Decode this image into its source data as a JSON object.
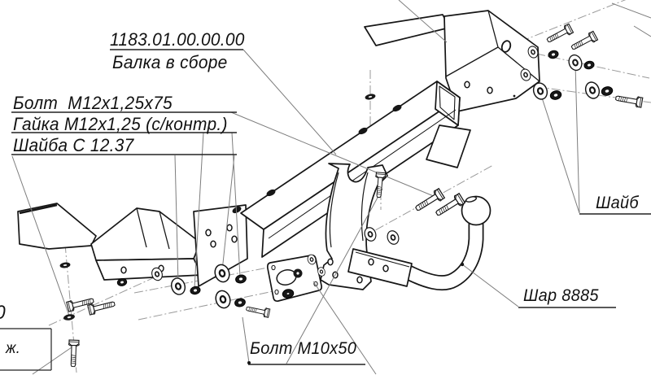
{
  "drawing": {
    "labels": {
      "part_number": "1183.01.00.00.00",
      "assembly_name": "Балка в сборе",
      "bolt_m12": "Болт  М12х1,25х75",
      "nut_m12": "Гайка М12х1,25 (с/контр.)",
      "washer_c": "Шайба С 12.37",
      "washer_right_partial": "Шайб",
      "ball": "Шар 8885",
      "bolt_m10": "Болт М10х50",
      "corner_digit": "0",
      "corner_text": "ж."
    },
    "colors": {
      "line": "#161616",
      "leader": "#7d7d7d",
      "background": "#ffffff"
    }
  }
}
